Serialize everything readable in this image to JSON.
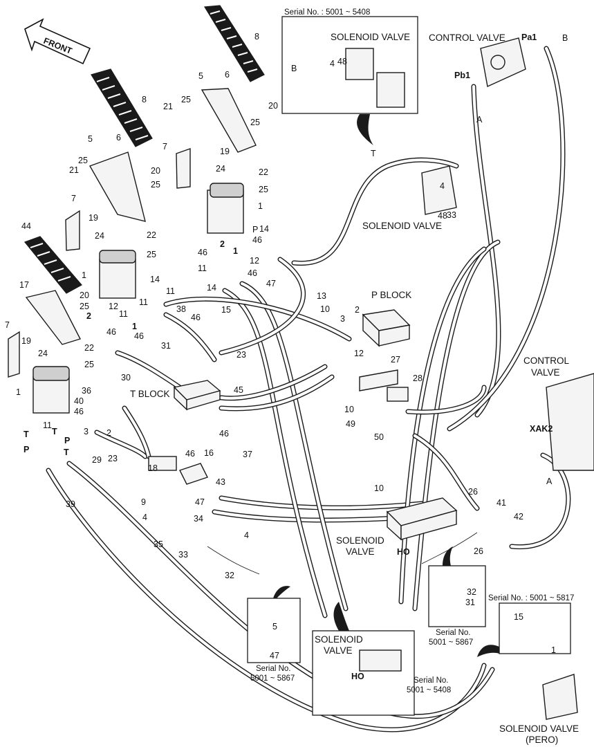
{
  "front_label": "FRONT",
  "captions": {
    "solenoid_valve_top": "SOLENOID VALVE",
    "control_valve_top": "CONTROL VALVE",
    "solenoid_valve_mid": "SOLENOID VALVE",
    "p_block": "P BLOCK",
    "t_block": "T BLOCK",
    "control_valve_right_1": "CONTROL",
    "control_valve_right_2": "VALVE",
    "solenoid_valve_low_1": "SOLENOID",
    "solenoid_valve_low_2": "VALVE",
    "solenoid_valve_box_1": "SOLENOID",
    "solenoid_valve_box_2": "VALVE",
    "solenoid_valve_pero_1": "SOLENOID VALVE",
    "solenoid_valve_pero_2": "(PERO)"
  },
  "serials": {
    "top": "Serial No. : 5001 ~ 5408",
    "right": "Serial No. : 5001 ~ 5817",
    "left_1": "Serial No.",
    "left_2": "5001 ~ 5867",
    "center_1": "Serial No.",
    "center_2": "5001 ~ 5867",
    "bottom_1": "Serial No.",
    "bottom_2": "5001 ~ 5408"
  },
  "port_labels": {
    "pa1": "Pa1",
    "pb1": "Pb1",
    "xak2": "XAK2",
    "ho_1": "HO",
    "ho_2": "HO"
  },
  "callouts": [
    "8",
    "6",
    "5",
    "20",
    "25",
    "21",
    "25",
    "8",
    "6",
    "5",
    "20",
    "25",
    "21",
    "25",
    "7",
    "19",
    "24",
    "22",
    "25",
    "1",
    "7",
    "19",
    "24",
    "22",
    "25",
    "1",
    "44",
    "17",
    "20",
    "25",
    "7",
    "19",
    "24",
    "22",
    "25",
    "1",
    "2",
    "46",
    "11",
    "1",
    "12",
    "46",
    "12",
    "2",
    "46",
    "11",
    "1",
    "46",
    "11",
    "T",
    "P",
    "T",
    "P",
    "T",
    "P",
    "46",
    "14",
    "11",
    "40",
    "46",
    "14",
    "11",
    "46",
    "14",
    "38",
    "36",
    "3",
    "2",
    "23",
    "46",
    "16",
    "18",
    "47",
    "9",
    "4",
    "34",
    "35",
    "33",
    "32",
    "31",
    "30",
    "29",
    "39",
    "37",
    "15",
    "47",
    "13",
    "10",
    "3",
    "2",
    "23",
    "45",
    "46",
    "12",
    "27",
    "28",
    "10",
    "49",
    "50",
    "10",
    "4",
    "43",
    "26",
    "41",
    "42",
    "26",
    "A",
    "B",
    "T",
    "A",
    "B",
    "4",
    "48",
    "4",
    "48",
    "33",
    "32",
    "31",
    "5",
    "47",
    "15",
    "1"
  ]
}
